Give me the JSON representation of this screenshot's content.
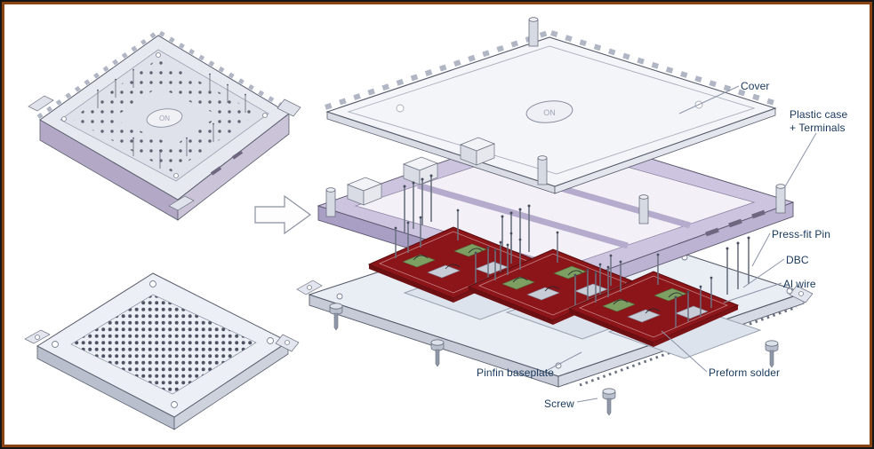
{
  "slide": {
    "logo_text": "ON",
    "labels": {
      "cover": "Cover",
      "plastic_case": "Plastic case\n+ Terminals",
      "press_fit_pin": "Press-fit Pin",
      "dbc": "DBC",
      "al_wire": "Al wire",
      "pinfin_baseplate": "Pinfin baseplate",
      "preform_solder": "Preform solder",
      "screw": "Screw"
    },
    "colors": {
      "label_text": "#17375D",
      "border_outer": "#161616",
      "border_inner": "#8A4414",
      "dbc_red": "#8C1519",
      "case_lavender": "#CDC5DF",
      "metal_light": "#E9EDF4",
      "leader_line": "#8B93A8"
    }
  }
}
